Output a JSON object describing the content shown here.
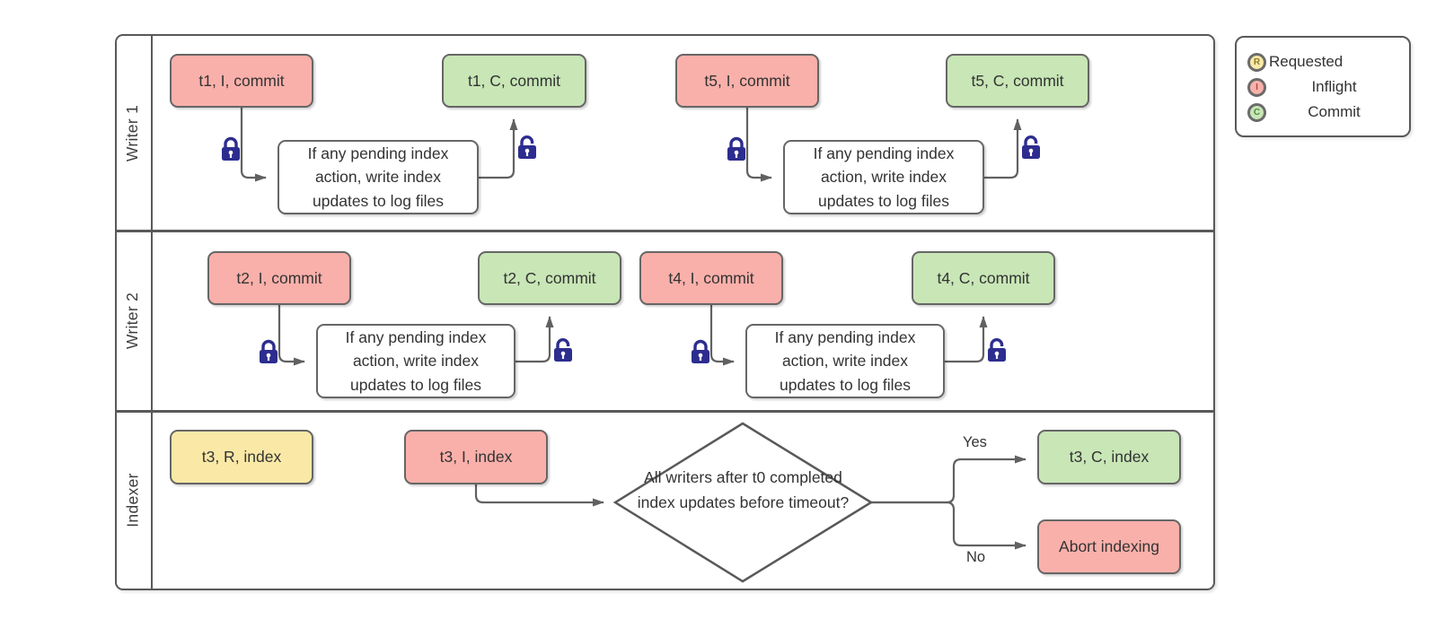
{
  "colors": {
    "inflight": "#FAB0AA",
    "commit": "#C8E6B6",
    "requested": "#FAE9A6",
    "stroke": "#595959",
    "node_border": "#666666",
    "arrow": "#616161",
    "text": "#333333",
    "lock": "#2D2D8F",
    "white": "#FFFFFF"
  },
  "lanes": [
    {
      "label": "Writer 1"
    },
    {
      "label": "Writer 2"
    },
    {
      "label": "Indexer"
    }
  ],
  "nodes": {
    "t1_inflight": {
      "label": "t1, I, commit"
    },
    "t1_commit": {
      "label": "t1, C, commit"
    },
    "t5_inflight": {
      "label": "t5, I, commit"
    },
    "t5_commit": {
      "label": "t5, C, commit"
    },
    "t2_inflight": {
      "label": "t2, I, commit"
    },
    "t2_commit": {
      "label": "t2, C, commit"
    },
    "t4_inflight": {
      "label": "t4, I, commit"
    },
    "t4_commit": {
      "label": "t4, C, commit"
    },
    "t3_requested": {
      "label": "t3, R, index"
    },
    "t3_inflight": {
      "label": "t3, I, index"
    },
    "t3_commit": {
      "label": "t3, C, index"
    },
    "abort": {
      "label": "Abort indexing"
    }
  },
  "process_label": "If any pending index action, write index updates to log files",
  "decision": {
    "label": "All writers after t0 completed index updates before timeout?"
  },
  "branches": {
    "yes": "Yes",
    "no": "No"
  },
  "legend": {
    "items": [
      {
        "letter": "R",
        "label": "Requested"
      },
      {
        "letter": "I",
        "label": "Inflight"
      },
      {
        "letter": "C",
        "label": "Commit"
      }
    ]
  }
}
